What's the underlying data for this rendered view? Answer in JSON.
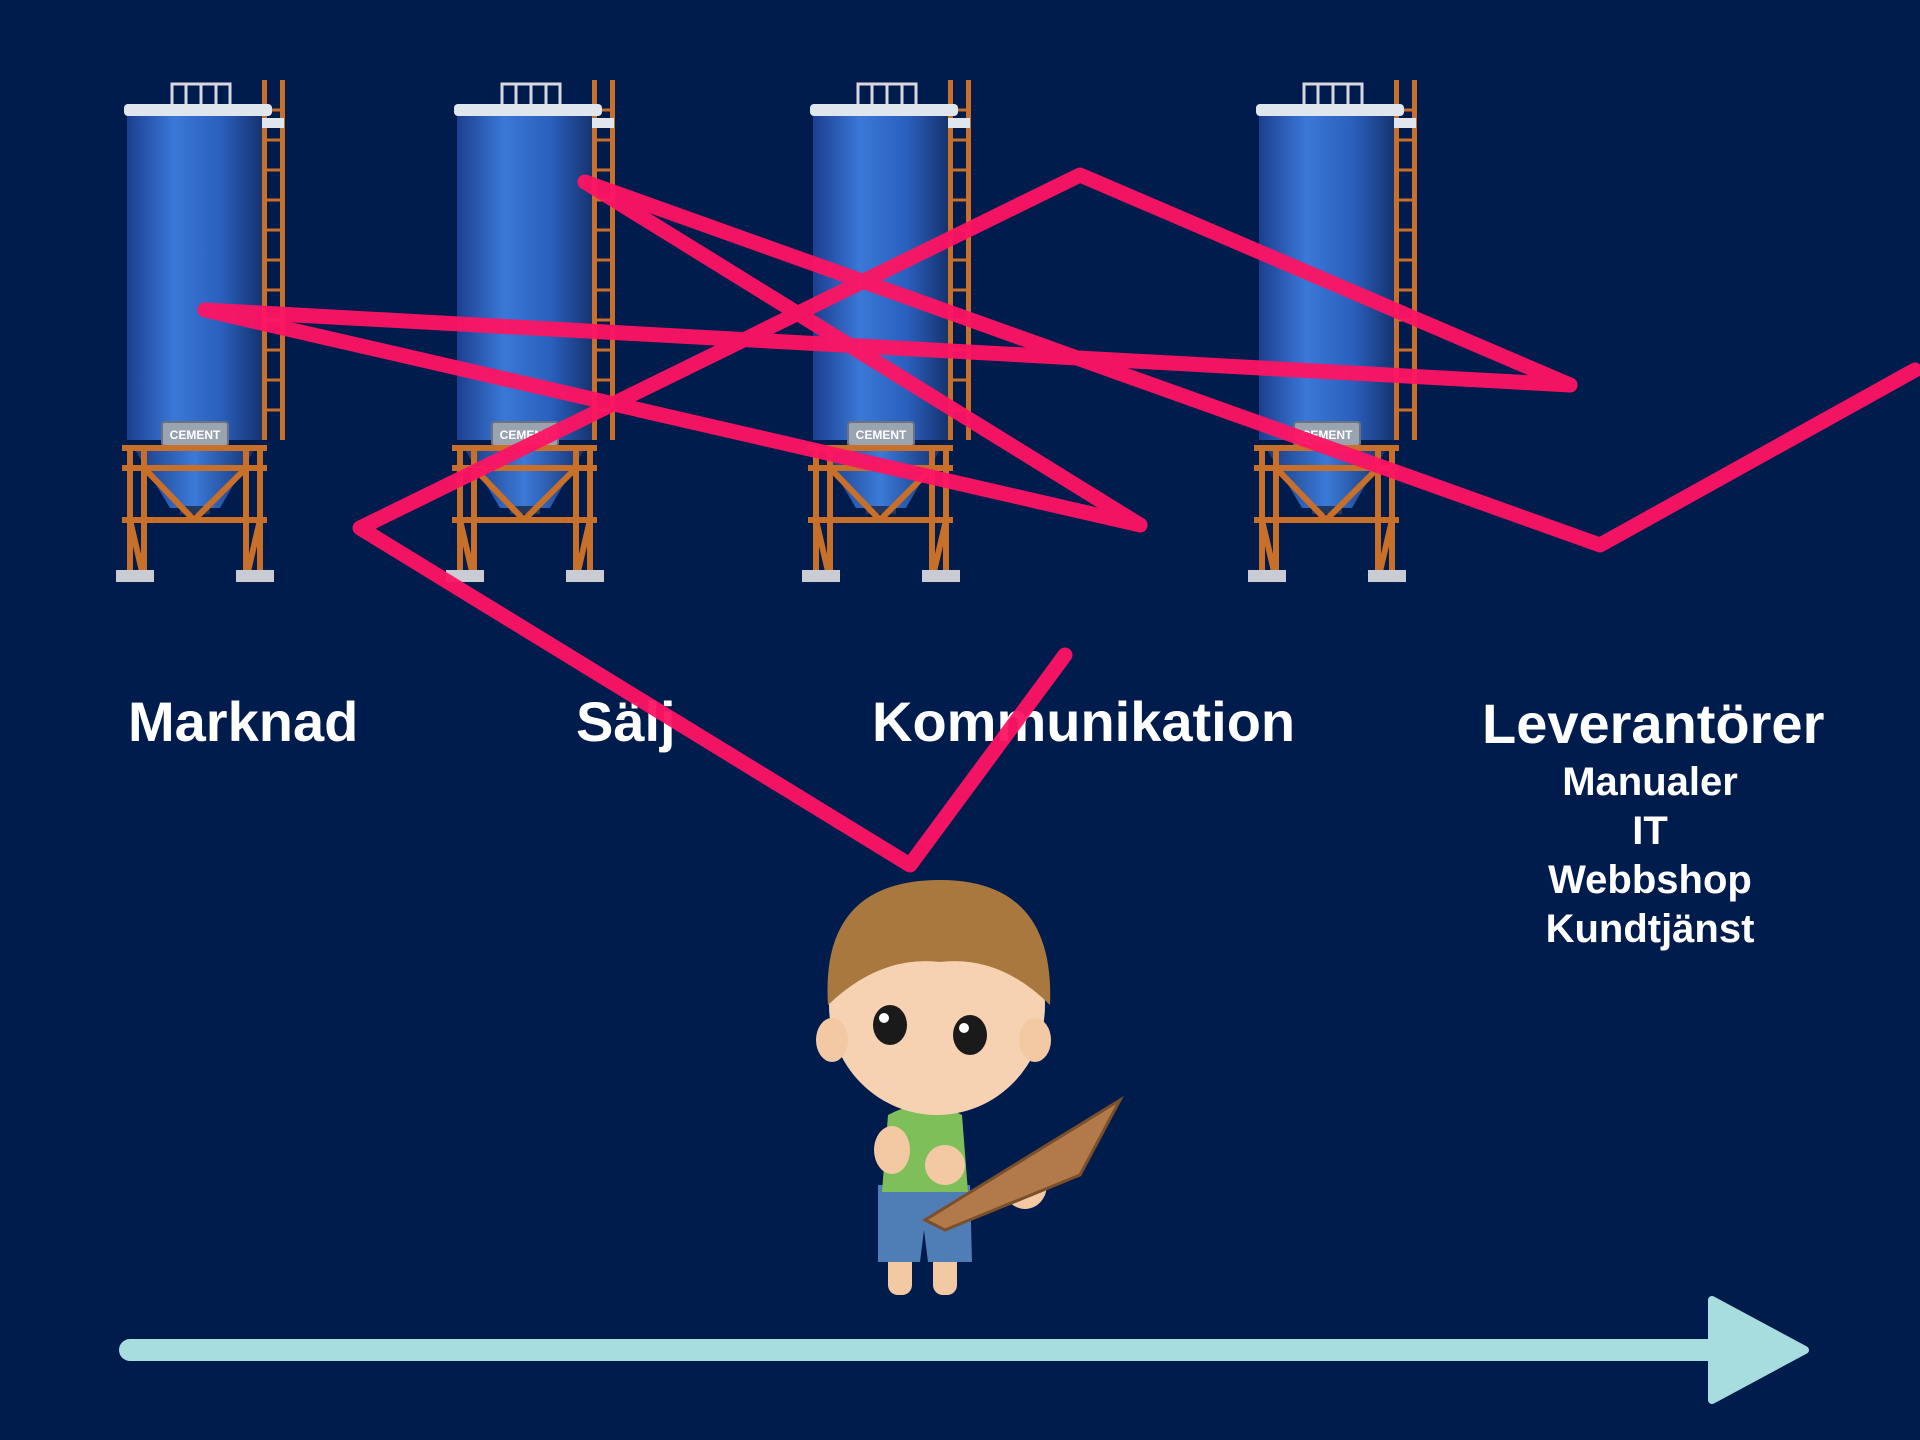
{
  "columns": [
    {
      "name": "Marknad"
    },
    {
      "name": "Sälj"
    },
    {
      "name": "Kommunikation"
    },
    {
      "name": "Leverantörer",
      "items": [
        "Manualer",
        "IT",
        "Webbshop",
        "Kundtjänst"
      ]
    }
  ],
  "silo_plate_text": "CEMENT",
  "colors": {
    "background": "#001c4d",
    "scribble": "#ff1464",
    "arrow": "#a8dde0",
    "silo": "#2f66c4",
    "frame": "#c8702a"
  },
  "icons": [
    "cement-silo-icon",
    "worker-with-clipboard-icon",
    "timeline-arrow-icon"
  ]
}
